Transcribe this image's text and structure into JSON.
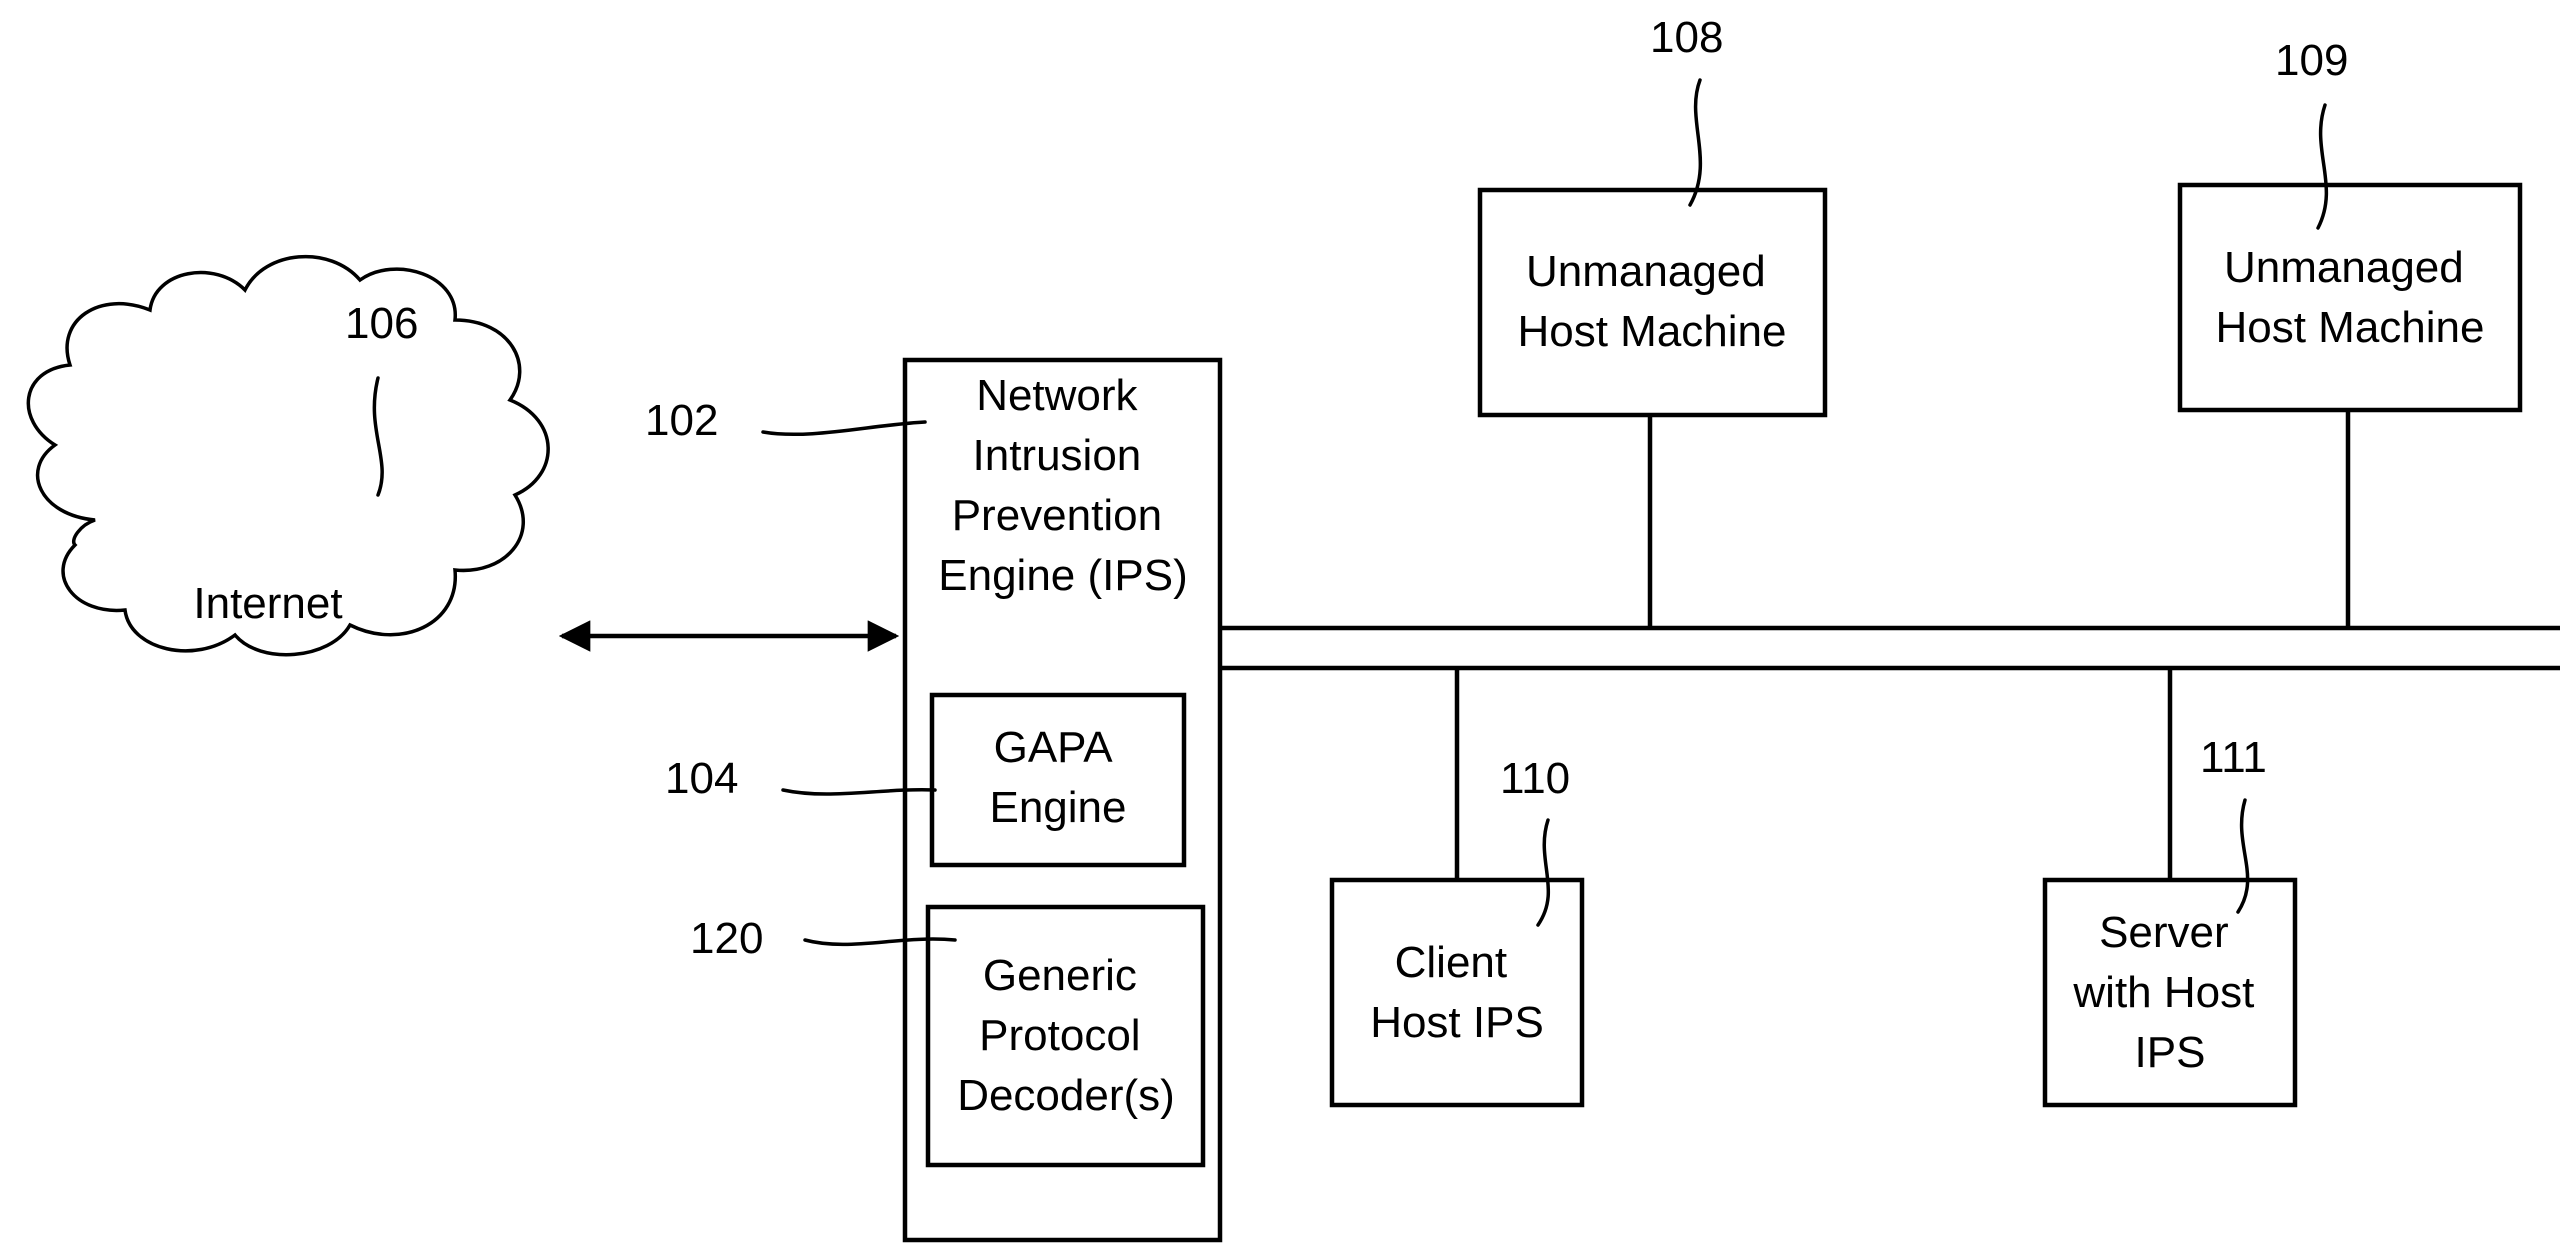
{
  "internet": {
    "label": "Internet",
    "ref": "106"
  },
  "ips": {
    "ref": "102",
    "lines": [
      "Network",
      "Intrusion",
      "Prevention",
      "Engine (IPS)"
    ]
  },
  "gapa": {
    "ref": "104",
    "lines": [
      "GAPA",
      "Engine"
    ]
  },
  "decoder": {
    "ref": "120",
    "lines": [
      "Generic",
      "Protocol",
      "Decoder(s)"
    ]
  },
  "host108": {
    "ref": "108",
    "lines": [
      "Unmanaged",
      "Host Machine"
    ]
  },
  "host109": {
    "ref": "109",
    "lines": [
      "Unmanaged",
      "Host Machine"
    ]
  },
  "client110": {
    "ref": "110",
    "lines": [
      "Client",
      "Host IPS"
    ]
  },
  "server111": {
    "ref": "111",
    "lines": [
      "Server",
      "with Host",
      "IPS"
    ]
  }
}
